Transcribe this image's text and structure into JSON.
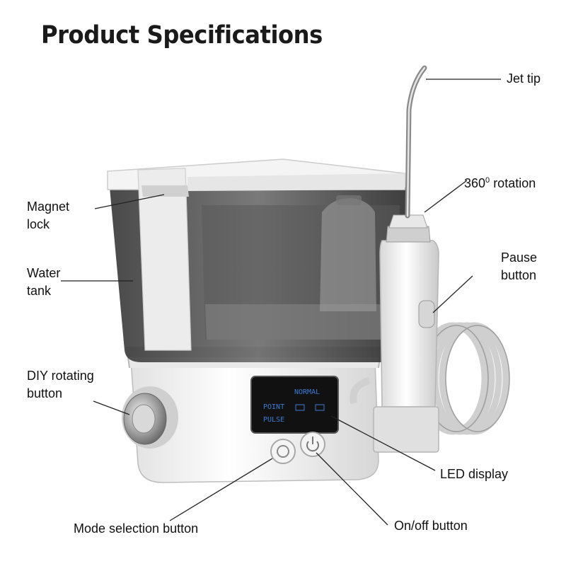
{
  "title": "Product Specifications",
  "labels": {
    "jet_tip": "Jet tip",
    "rotation_main": "360",
    "rotation_sup": "0",
    "rotation_word": "rotation",
    "pause_line1": "Pause",
    "pause_line2": "button",
    "magnet_line1": "Magnet",
    "magnet_line2": "lock",
    "water_line1": "Water",
    "water_line2": "tank",
    "diy_line1": "DIY rotating",
    "diy_line2": "button",
    "led_display": "LED display",
    "mode_selection": "Mode selection button",
    "onoff": "On/off button"
  },
  "led": {
    "row1_left": "POINT",
    "row1_right": "NORMAL",
    "row2_left": "PULSE"
  },
  "colors": {
    "body": "#f2f2f2",
    "tank_dark": "#2b2b2b",
    "led_text": "#3a7bd5",
    "leader_line": "#222222"
  }
}
